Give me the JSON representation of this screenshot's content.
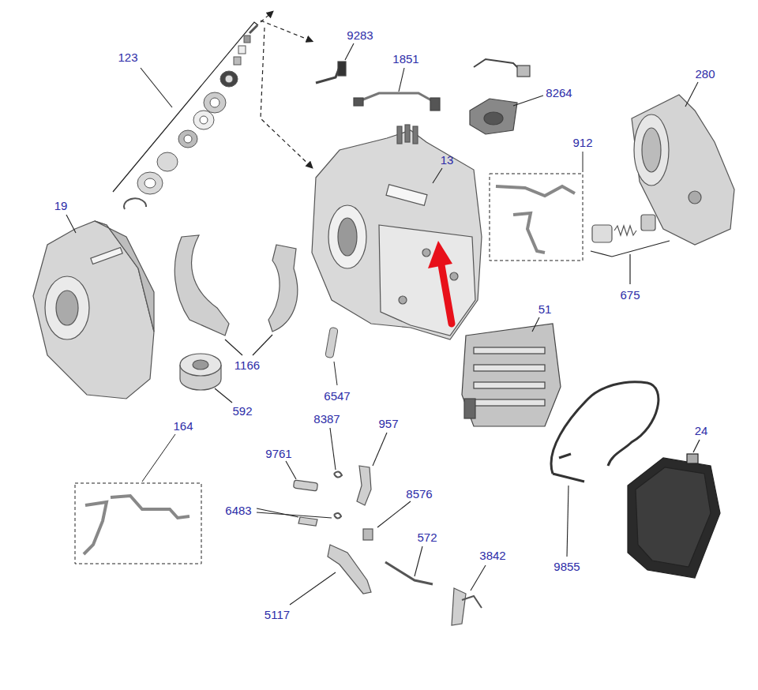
{
  "diagram": {
    "labels": [
      "123",
      "9283",
      "1851",
      "8264",
      "280",
      "13",
      "912",
      "19",
      "675",
      "51",
      "1166",
      "592",
      "6547",
      "164",
      "8387",
      "957",
      "9761",
      "8576",
      "6483",
      "572",
      "3842",
      "5117",
      "9855",
      "24"
    ]
  }
}
